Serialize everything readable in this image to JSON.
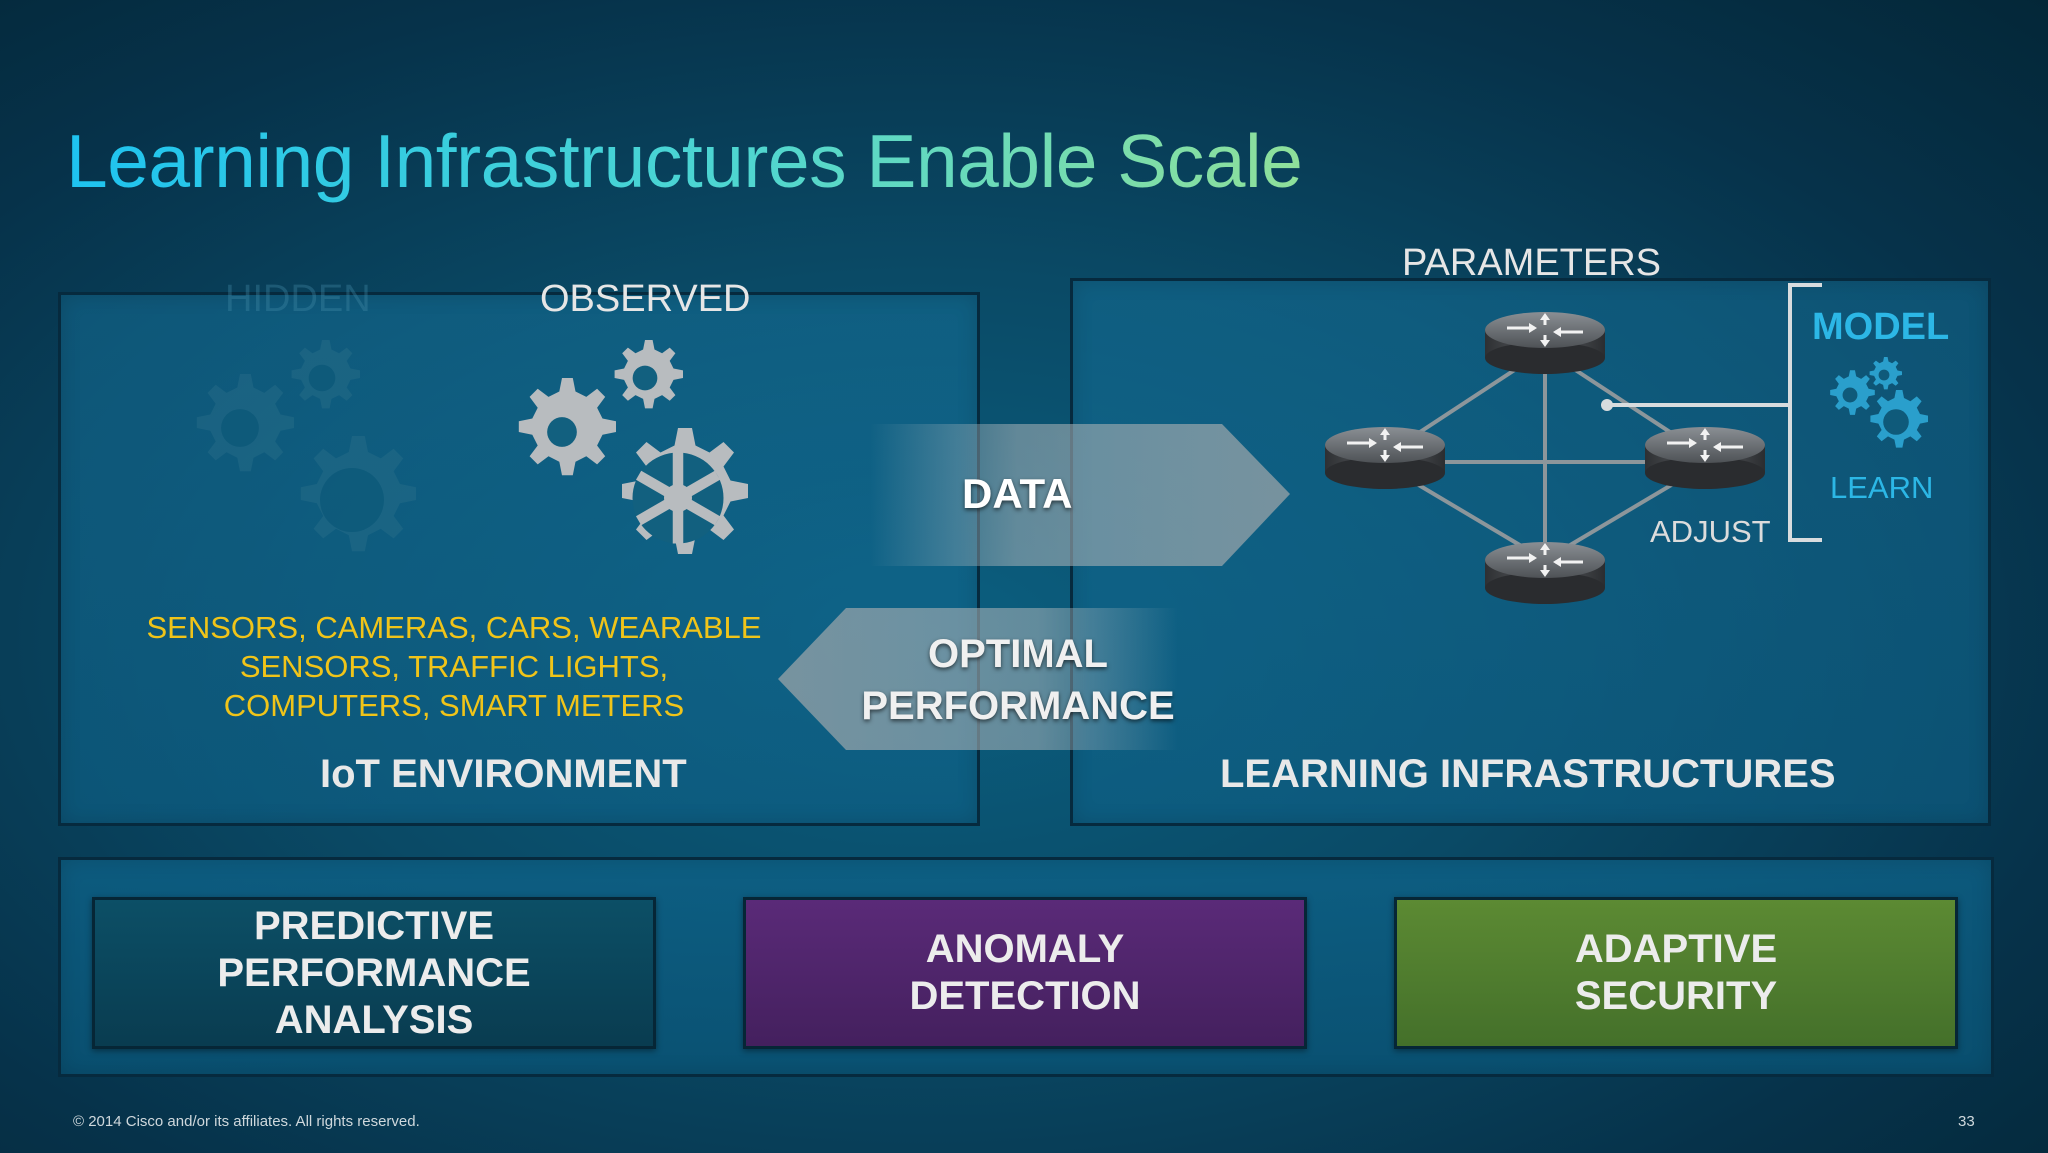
{
  "title": "Learning Infrastructures Enable Scale",
  "iot": {
    "hidden_label": "HIDDEN",
    "observed_label": "OBSERVED",
    "sensors": "SENSORS, CAMERAS, CARS, WEARABLE SENSORS, TRAFFIC LIGHTS, COMPUTERS, SMART METERS",
    "environment_label": "IoT ENVIRONMENT"
  },
  "arrows": {
    "data_label": "DATA",
    "optimal_label": "OPTIMAL PERFORMANCE"
  },
  "learning": {
    "parameters_label": "PARAMETERS",
    "model_label": "MODEL",
    "learn_label": "LEARN",
    "adjust_label": "ADJUST",
    "infrastructures_label": "LEARNING INFRASTRUCTURES"
  },
  "outcomes": [
    {
      "label": "PREDICTIVE PERFORMANCE ANALYSIS"
    },
    {
      "label": "ANOMALY DETECTION"
    },
    {
      "label": "ADAPTIVE SECURITY"
    }
  ],
  "footer": {
    "copyright": "© 2014 Cisco and/or its affiliates. All rights reserved.",
    "page_number": "33"
  },
  "colors": {
    "title_gradient_start": "#1ec3f0",
    "title_gradient_end": "#8fe09a",
    "sensor_text": "#f0c419",
    "model_accent": "#2cb7e6",
    "anomaly_box": "#5a2a78",
    "security_box": "#5c8a33",
    "predictive_box": "#0c4f66"
  },
  "icons": [
    "gear-icon",
    "router-icon",
    "data-arrow",
    "performance-arrow"
  ]
}
